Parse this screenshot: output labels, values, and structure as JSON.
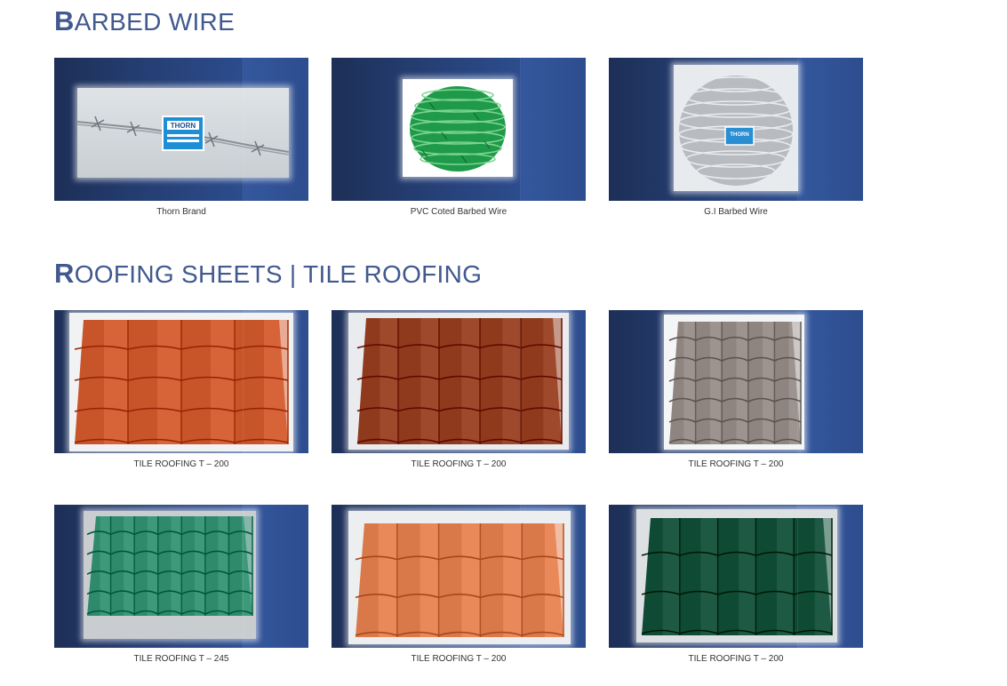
{
  "sections": [
    {
      "title_cap": "B",
      "title_rest": "ARBED WIRE",
      "items": [
        {
          "caption": "Thorn Brand",
          "tag": "THORN"
        },
        {
          "caption": "PVC Coted Barbed Wire"
        },
        {
          "caption": "G.I Barbed Wire",
          "tag": "THORN"
        }
      ]
    },
    {
      "title_cap": "R",
      "title_rest": "OOFING SHEETS | TILE ROOFING",
      "items": [
        {
          "caption": "TILE ROOFING T – 200",
          "color": "#c8552a"
        },
        {
          "caption": "TILE ROOFING T – 200",
          "color": "#8f3a1c"
        },
        {
          "caption": "TILE ROOFING T – 200",
          "color": "#8e8580"
        },
        {
          "caption": "TILE ROOFING T – 245",
          "color": "#2f8a6c"
        },
        {
          "caption": "TILE ROOFING T – 200",
          "color": "#d9794a"
        },
        {
          "caption": "TILE ROOFING T – 200",
          "color": "#0f4a35"
        }
      ]
    }
  ]
}
